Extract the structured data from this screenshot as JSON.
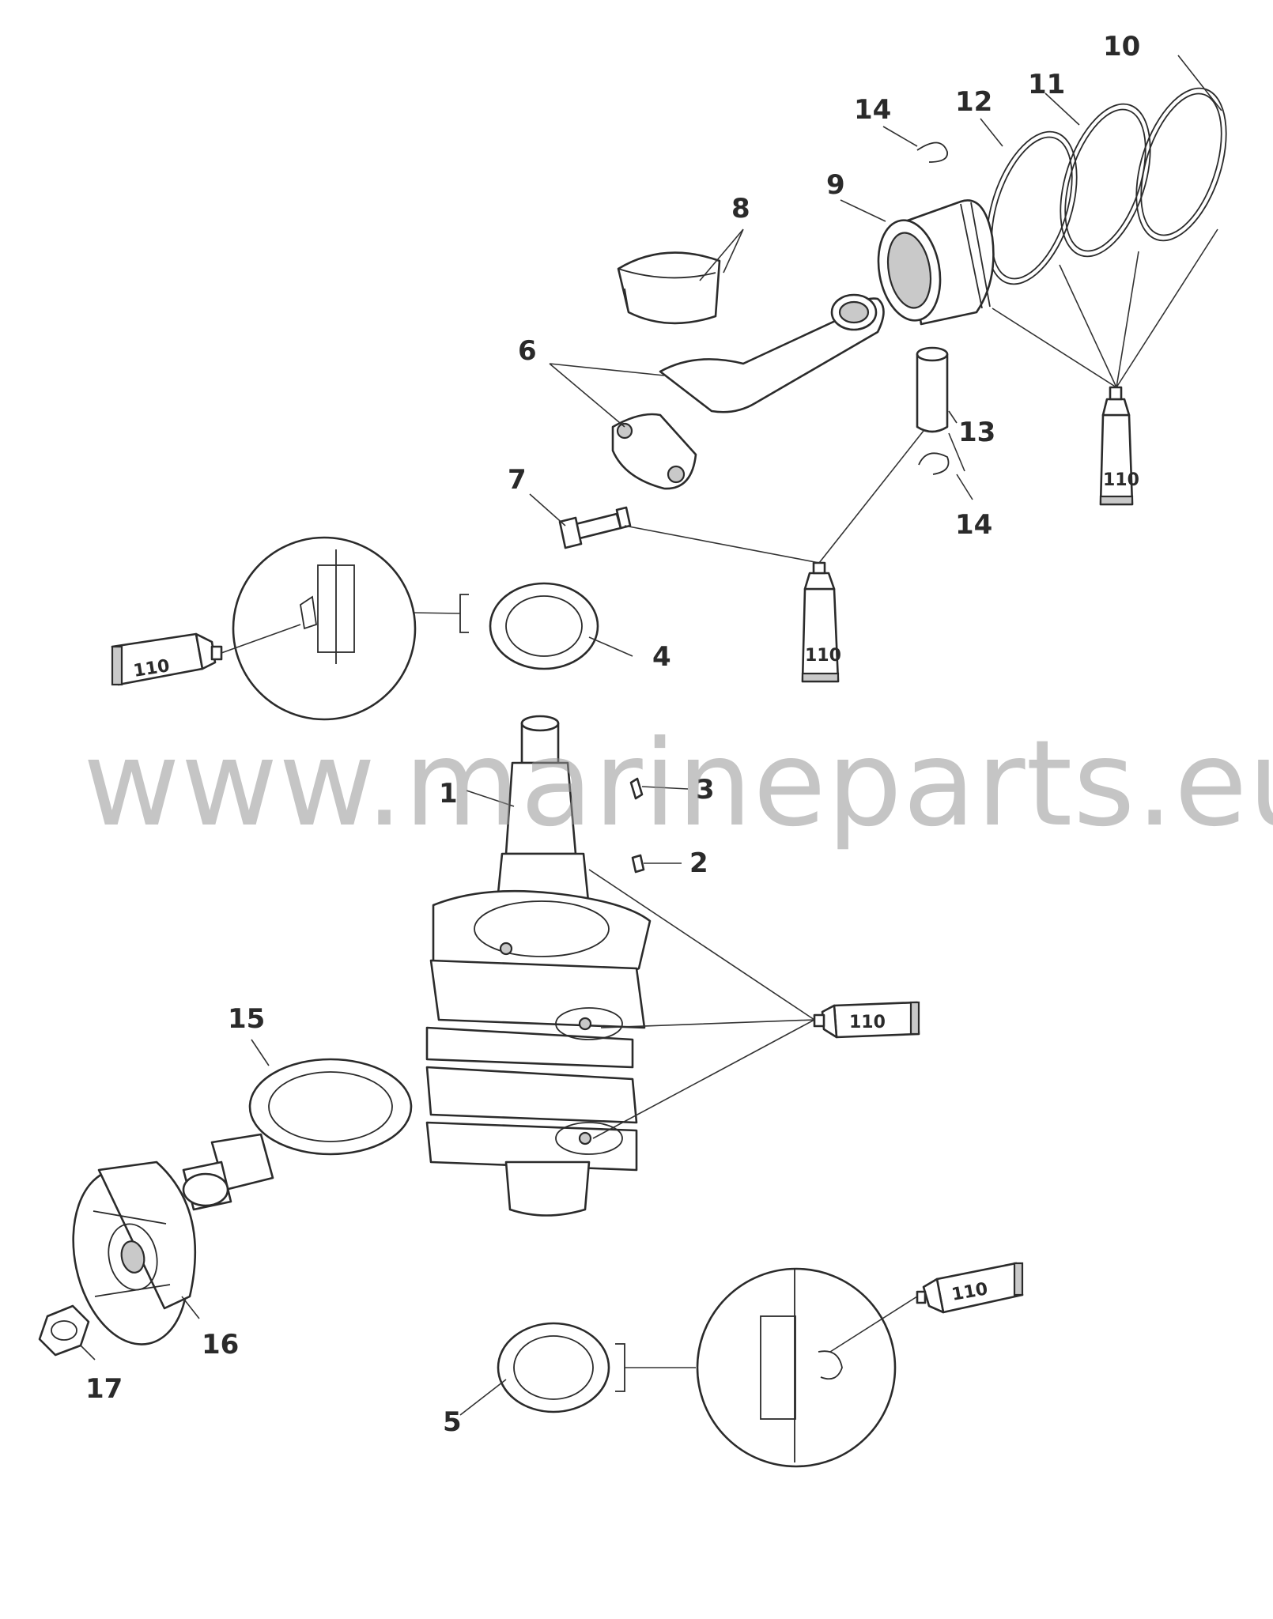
{
  "diagram": {
    "callouts": [
      "1",
      "2",
      "3",
      "4",
      "5",
      "6",
      "7",
      "8",
      "9",
      "10",
      "11",
      "12",
      "13",
      "14",
      "14",
      "15",
      "16",
      "17"
    ],
    "sealant_label": "110"
  },
  "watermark": "www.marineparts.eu",
  "colors": {
    "line": "#2b2b2b",
    "shade": "#c9c9c9",
    "watermark": "#969696"
  }
}
